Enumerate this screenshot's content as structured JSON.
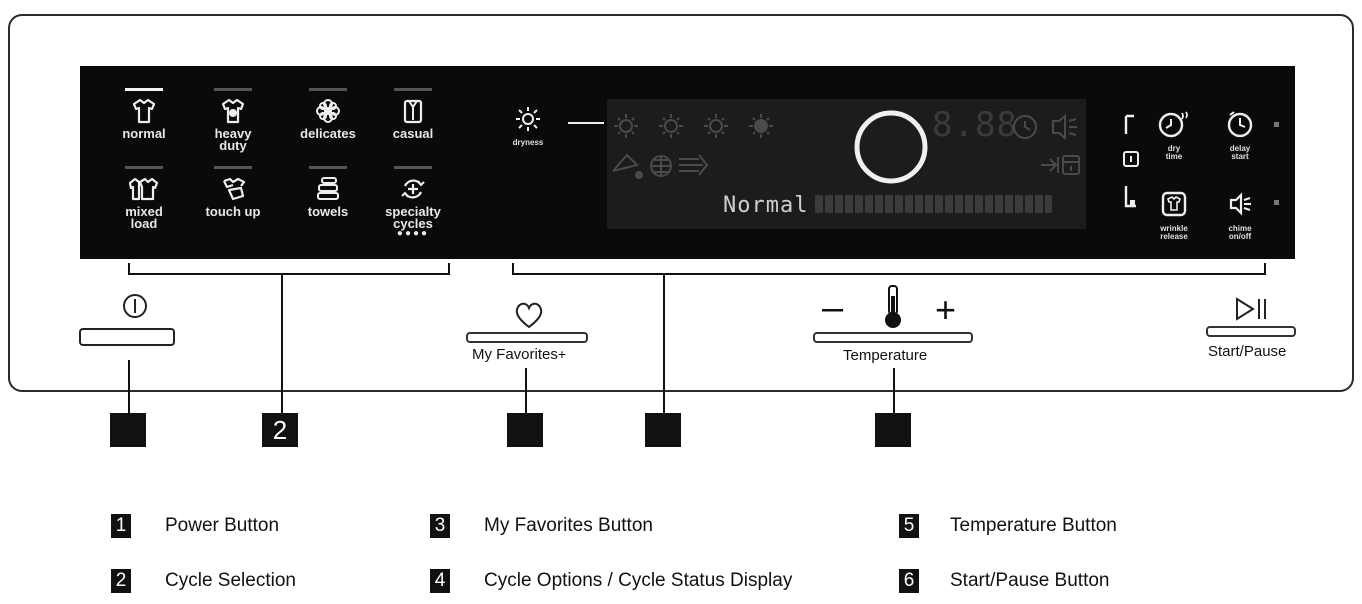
{
  "cycles": [
    {
      "label": "normal",
      "icon": "shirt-icon",
      "active": true
    },
    {
      "label": "heavy\nduty",
      "icon": "heavy-shirt-icon",
      "active": false
    },
    {
      "label": "delicates",
      "icon": "flower-icon",
      "active": false
    },
    {
      "label": "casual",
      "icon": "casual-shirt-icon",
      "active": false
    },
    {
      "label": "mixed\nload",
      "icon": "mixed-shirts-icon",
      "active": false
    },
    {
      "label": "touch up",
      "icon": "touch-up-icon",
      "active": false
    },
    {
      "label": "towels",
      "icon": "towels-icon",
      "active": false
    },
    {
      "label": "specialty\ncycles",
      "icon": "specialty-cycle-icon",
      "active": false,
      "dots": "●●●●"
    }
  ],
  "display": {
    "dryness_label": "dryness",
    "cycle_text": "Normal",
    "time_digits": "8.88"
  },
  "options": {
    "dry_time": "dry\ntime",
    "delay_start": "delay\nstart",
    "wrinkle_release": "wrinkle\nrelease",
    "chime": "chime\non/off"
  },
  "controls": {
    "favorites_label": "My Favorites",
    "favorites_plus": "+",
    "temperature_label": "Temperature",
    "temp_minus": "–",
    "temp_plus": "+",
    "start_pause_label": "Start/Pause"
  },
  "callouts": {
    "two": "2"
  },
  "legend": [
    {
      "num": "1",
      "text": "Power Button"
    },
    {
      "num": "2",
      "text": "Cycle Selection"
    },
    {
      "num": "3",
      "text": "My Favorites Button"
    },
    {
      "num": "4",
      "text": "Cycle Options / Cycle Status Display"
    },
    {
      "num": "5",
      "text": "Temperature Button"
    },
    {
      "num": "6",
      "text": "Start/Pause Button"
    }
  ],
  "colors": {
    "panel": "#0a0a0a",
    "lcd": "#1c1c1c",
    "line": "#111111"
  }
}
